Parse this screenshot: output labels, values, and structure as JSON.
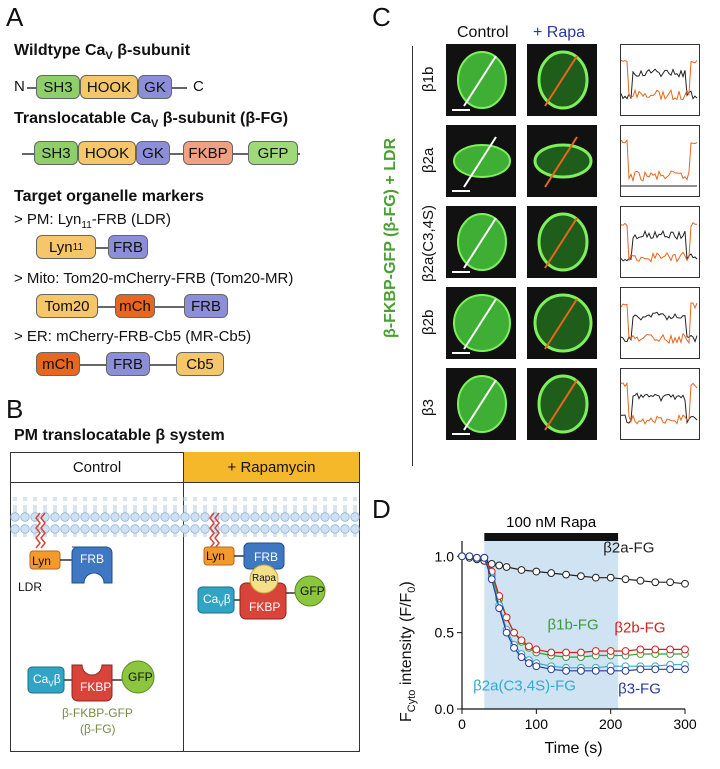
{
  "panels": {
    "a": "A",
    "b": "B",
    "c": "C",
    "d": "D"
  },
  "panelA": {
    "wt_title": "Wildtype Ca",
    "wt_sub": "V",
    "wt_title2": " β-subunit",
    "n": "N",
    "c": "C",
    "sh3": "SH3",
    "hook": "HOOK",
    "gk": "GK",
    "tr_title": "Translocatable Ca",
    "tr_sub": "V",
    "tr_title2": " β-subunit (β-FG)",
    "fkbp": "FKBP",
    "gfp": "GFP",
    "target_title": "Target organelle markers",
    "pm_a": "> PM: Lyn",
    "pm_sub": "11",
    "pm_b": "-FRB (LDR)",
    "lyn": "Lyn",
    "lyn_sub": "11",
    "frb": "FRB",
    "mito": "> Mito: Tom20-mCherry-FRB (Tom20-MR)",
    "tom20": "Tom20",
    "mch": "mCh",
    "er": "> ER: mCherry-FRB-Cb5 (MR-Cb5)",
    "cb5": "Cb5"
  },
  "panelB": {
    "title": "PM translocatable β system",
    "control": "Control",
    "rapamycin": "+ Rapamycin",
    "lyn": "Lyn",
    "frb": "FRB",
    "ldr": "LDR",
    "rapa": "Rapa",
    "cav": "Ca",
    "cav_sub": "V",
    "cav_b": "β",
    "fkbp": "FKBP",
    "gfp": "GFP",
    "caption1": "β-FKBP-GFP",
    "caption2": "(β-FG)"
  },
  "panelC": {
    "control": "Control",
    "rapa": "+ Rapa",
    "side_label": "β-FKBP-GFP (β-FG) + LDR",
    "rows": [
      "β1b",
      "β2a",
      "β2a(C3,4S)",
      "β2b",
      "β3"
    ]
  },
  "panelD": {
    "bar_label": "100 nM Rapa",
    "ylabel_a": "F",
    "ylabel_sub": "Cyto",
    "ylabel_b": " intensity (F/F",
    "ylabel_sub2": "0",
    "ylabel_c": ")",
    "xlabel": "Time (s)",
    "xticks": [
      "0",
      "100",
      "200",
      "300"
    ],
    "yticks": [
      "0.0",
      "0.5",
      "1.0"
    ],
    "series_labels": [
      "β2a-FG",
      "β1b-FG",
      "β2b-FG",
      "β2a(C3,4S)-FG",
      "β3-FG"
    ]
  },
  "chart_data": {
    "type": "scatter",
    "xlabel": "Time (s)",
    "ylabel": "FCyto intensity (F/F0)",
    "xlim": [
      0,
      300
    ],
    "ylim": [
      0,
      1.1
    ],
    "annotation": "100 nM Rapa",
    "rapa_interval": [
      30,
      210
    ],
    "series": [
      {
        "name": "β2a-FG",
        "color": "#222222",
        "x": [
          0,
          10,
          20,
          30,
          40,
          50,
          60,
          80,
          100,
          120,
          140,
          160,
          180,
          200,
          220,
          240,
          260,
          280,
          300
        ],
        "y": [
          1.0,
          0.99,
          0.98,
          0.97,
          0.95,
          0.94,
          0.93,
          0.91,
          0.9,
          0.89,
          0.88,
          0.87,
          0.86,
          0.86,
          0.85,
          0.84,
          0.83,
          0.83,
          0.82
        ]
      },
      {
        "name": "β1b-FG",
        "color": "#3b9b3b",
        "x": [
          0,
          10,
          20,
          30,
          40,
          50,
          60,
          70,
          80,
          90,
          100,
          120,
          140,
          160,
          180,
          200,
          220,
          240,
          260,
          280,
          300
        ],
        "y": [
          1.0,
          1.0,
          0.99,
          0.99,
          0.88,
          0.72,
          0.6,
          0.5,
          0.44,
          0.4,
          0.37,
          0.35,
          0.34,
          0.34,
          0.35,
          0.35,
          0.35,
          0.36,
          0.36,
          0.36,
          0.36
        ]
      },
      {
        "name": "β2b-FG",
        "color": "#d32020",
        "x": [
          0,
          10,
          20,
          30,
          40,
          50,
          60,
          70,
          80,
          90,
          100,
          120,
          140,
          160,
          180,
          200,
          220,
          240,
          260,
          280,
          300
        ],
        "y": [
          1.0,
          1.0,
          0.99,
          0.99,
          0.9,
          0.74,
          0.6,
          0.5,
          0.45,
          0.41,
          0.39,
          0.37,
          0.37,
          0.37,
          0.38,
          0.38,
          0.38,
          0.39,
          0.39,
          0.39,
          0.39
        ]
      },
      {
        "name": "β2a(C3,4S)-FG",
        "color": "#33aacc",
        "x": [
          0,
          10,
          20,
          30,
          40,
          50,
          60,
          70,
          80,
          90,
          100,
          120,
          140,
          160,
          180,
          200,
          220,
          240,
          260,
          280,
          300
        ],
        "y": [
          1.0,
          1.0,
          0.99,
          0.99,
          0.86,
          0.68,
          0.52,
          0.42,
          0.36,
          0.32,
          0.3,
          0.28,
          0.27,
          0.27,
          0.27,
          0.28,
          0.28,
          0.28,
          0.28,
          0.29,
          0.29
        ]
      },
      {
        "name": "β3-FG",
        "color": "#2a3a9a",
        "x": [
          0,
          10,
          20,
          30,
          40,
          50,
          60,
          70,
          80,
          90,
          100,
          120,
          140,
          160,
          180,
          200,
          220,
          240,
          260,
          280,
          300
        ],
        "y": [
          1.0,
          1.0,
          0.99,
          0.99,
          0.85,
          0.66,
          0.5,
          0.4,
          0.34,
          0.3,
          0.28,
          0.26,
          0.25,
          0.25,
          0.25,
          0.25,
          0.25,
          0.26,
          0.26,
          0.26,
          0.26
        ]
      }
    ]
  },
  "colors": {
    "sh3": "#8fcf6a",
    "hook": "#f5c66a",
    "gk": "#8c8fd8",
    "fkbp": "#f0a180",
    "gfp": "#9fd97a",
    "lyn": "#f5c66a",
    "frb": "#8c8fd8",
    "tom20": "#f5c66a",
    "mch": "#e8661e",
    "cb5": "#f5c66a",
    "rapa_header": "#f5b82a",
    "rapa_region": "#cfe3f2"
  }
}
